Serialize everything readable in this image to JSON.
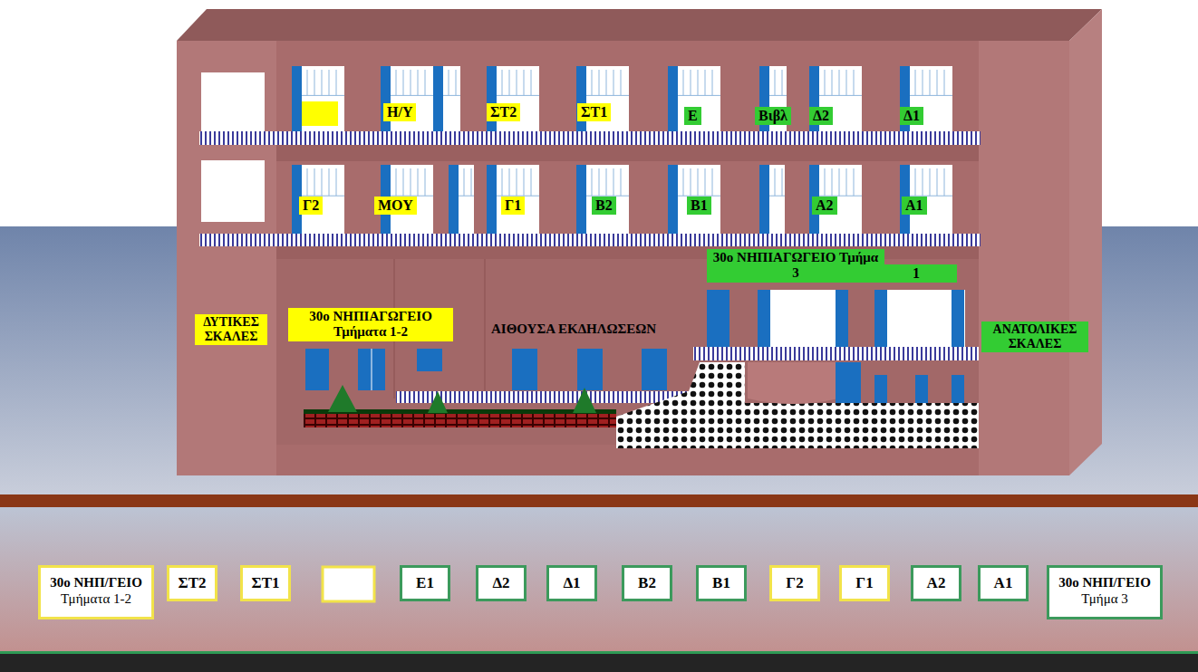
{
  "diagram": {
    "nodes": [
      {
        "text": [
          "Η/Υ"
        ]
      },
      {
        "text": [
          "ΣΤ2"
        ]
      },
      {
        "text": [
          "ΣΤ1"
        ]
      },
      {
        "text": [
          "Ε"
        ]
      },
      {
        "text": [
          "Βιβλ"
        ]
      },
      {
        "text": [
          "Δ2"
        ]
      },
      {
        "text": [
          "Δ1"
        ]
      },
      {
        "text": [
          "Γ2"
        ]
      },
      {
        "text": [
          "ΜΟΥ"
        ]
      },
      {
        "text": [
          "Γ1"
        ]
      },
      {
        "text": [
          "Β2"
        ]
      },
      {
        "text": [
          "Β1"
        ]
      },
      {
        "text": [
          "Α2"
        ]
      },
      {
        "text": [
          "Α1"
        ]
      },
      {
        "text": [
          "ΔΥΤΙΚΕΣ ΣΚΑΛΕΣ"
        ]
      },
      {
        "text": [
          "30ο ΝΗΠΙΑΓΩΓΕΙΟ Τμήματα 1-2"
        ]
      },
      {
        "text": [
          "30ο ΝΗΠΙΑΓΩΓΕΙΟ Τμήμα 3"
        ]
      },
      {
        "text": [
          "1"
        ]
      },
      {
        "text": [
          "ΑΝΑΤΟΛΙΚΕΣ ΣΚΑΛΕΣ"
        ]
      },
      {
        "text": [
          "30ο ΝΗΠ/ΓΕΙΟ",
          "Τμήματα 1-2"
        ]
      },
      {
        "text": [
          "ΣΤ2"
        ]
      },
      {
        "text": [
          "ΣΤ1"
        ]
      },
      {
        "text": [
          "Ε1"
        ]
      },
      {
        "text": [
          "Δ2"
        ]
      },
      {
        "text": [
          "Δ1"
        ]
      },
      {
        "text": [
          "Β2"
        ]
      },
      {
        "text": [
          "Β1"
        ]
      },
      {
        "text": [
          "Γ2"
        ]
      },
      {
        "text": [
          "Γ1"
        ]
      },
      {
        "text": [
          "Α2"
        ]
      },
      {
        "text": [
          "Α1"
        ]
      },
      {
        "text": [
          "30ο ΝΗΠ/ΓΕΙΟ",
          "Τμήμα 3"
        ]
      }
    ],
    "labels": [
      "ΑΙΘΟΥΣΑ ΕΚΔΗΛΩΣΕΩΝ"
    ]
  }
}
